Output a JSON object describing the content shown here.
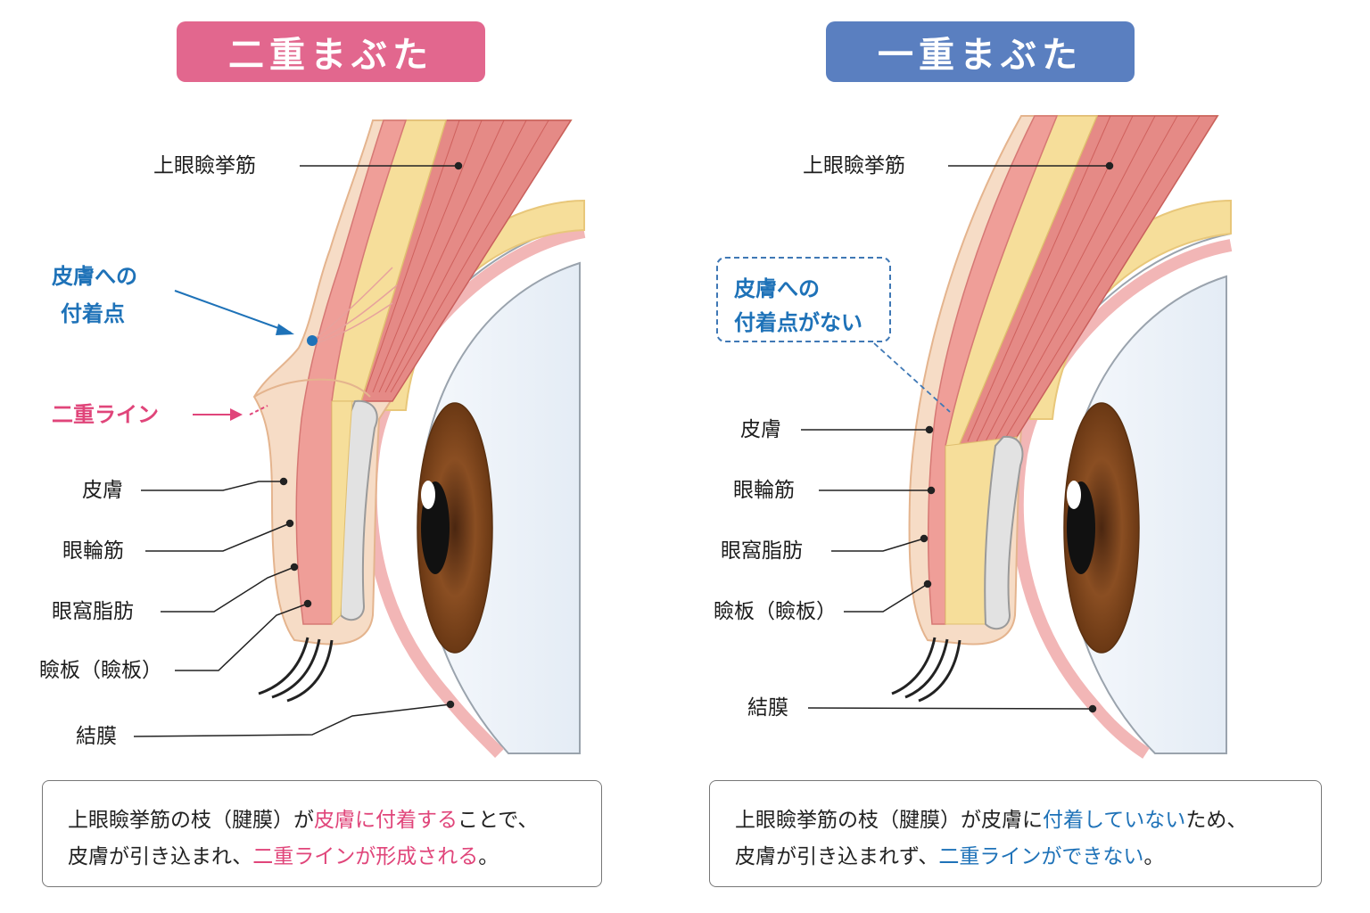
{
  "left": {
    "title": "二重まぶた",
    "labels": {
      "levator": "上眼瞼挙筋",
      "attach_1": "皮膚への",
      "attach_2": "付着点",
      "double_line": "二重ライン",
      "skin": "皮膚",
      "orbicularis": "眼輪筋",
      "orbital_fat": "眼窩脂肪",
      "tarsus": "瞼板（瞼板）",
      "conjunctiva": "結膜"
    },
    "desc": {
      "l1a": "上眼瞼挙筋の枝（腱膜）が",
      "l1b": "皮膚に付着する",
      "l1c": "ことで、",
      "l2a": "皮膚が引き込まれ、",
      "l2b": "二重ラインが形成される",
      "l2c": "。"
    }
  },
  "right": {
    "title": "一重まぶた",
    "labels": {
      "levator": "上眼瞼挙筋",
      "no_attach_1": "皮膚への",
      "no_attach_2": "付着点がない",
      "skin": "皮膚",
      "orbicularis": "眼輪筋",
      "orbital_fat": "眼窩脂肪",
      "tarsus": "瞼板（瞼板）",
      "conjunctiva": "結膜"
    },
    "desc": {
      "l1a": "上眼瞼挙筋の枝（腱膜）が皮膚に",
      "l1b": "付着していない",
      "l1c": "ため、",
      "l2a": "皮膚が引き込まれず、",
      "l2b": "二重ラインができない",
      "l2c": "。"
    }
  },
  "colors": {
    "pink": "#e2678e",
    "blue": "#5a7fc0",
    "skin": "#f6dcc6",
    "muscle": "#e58a86",
    "fat": "#f6de9a",
    "iris": "#8a4e22"
  }
}
